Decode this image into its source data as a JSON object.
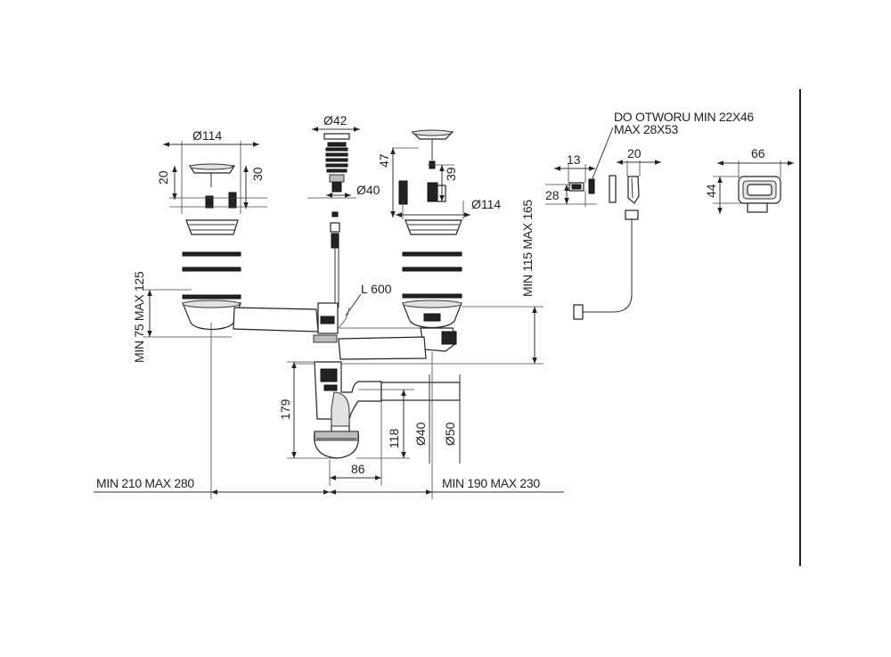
{
  "labels": {
    "d114_left": "Ø114",
    "d42": "Ø42",
    "d40_top": "Ø40",
    "d114_right": "Ø114",
    "d40_siphon": "Ø40",
    "d50": "Ø50",
    "h20": "20",
    "h30": "30",
    "h47": "47",
    "h39": "39",
    "l600": "L 600",
    "min115max165": "MIN 115 MAX 165",
    "min75max125": "MIN 75 MAX 125",
    "h179": "179",
    "h118": "118",
    "w86": "86",
    "min210max280": "MIN 210 MAX 280",
    "min190max230": "MIN 190 MAX 230",
    "do_otworu_1": "DO OTWORU MIN 22X46",
    "do_otworu_2": "MAX 28X53",
    "w13": "13",
    "h28": "28",
    "w20": "20",
    "w66": "66",
    "h44": "44"
  }
}
